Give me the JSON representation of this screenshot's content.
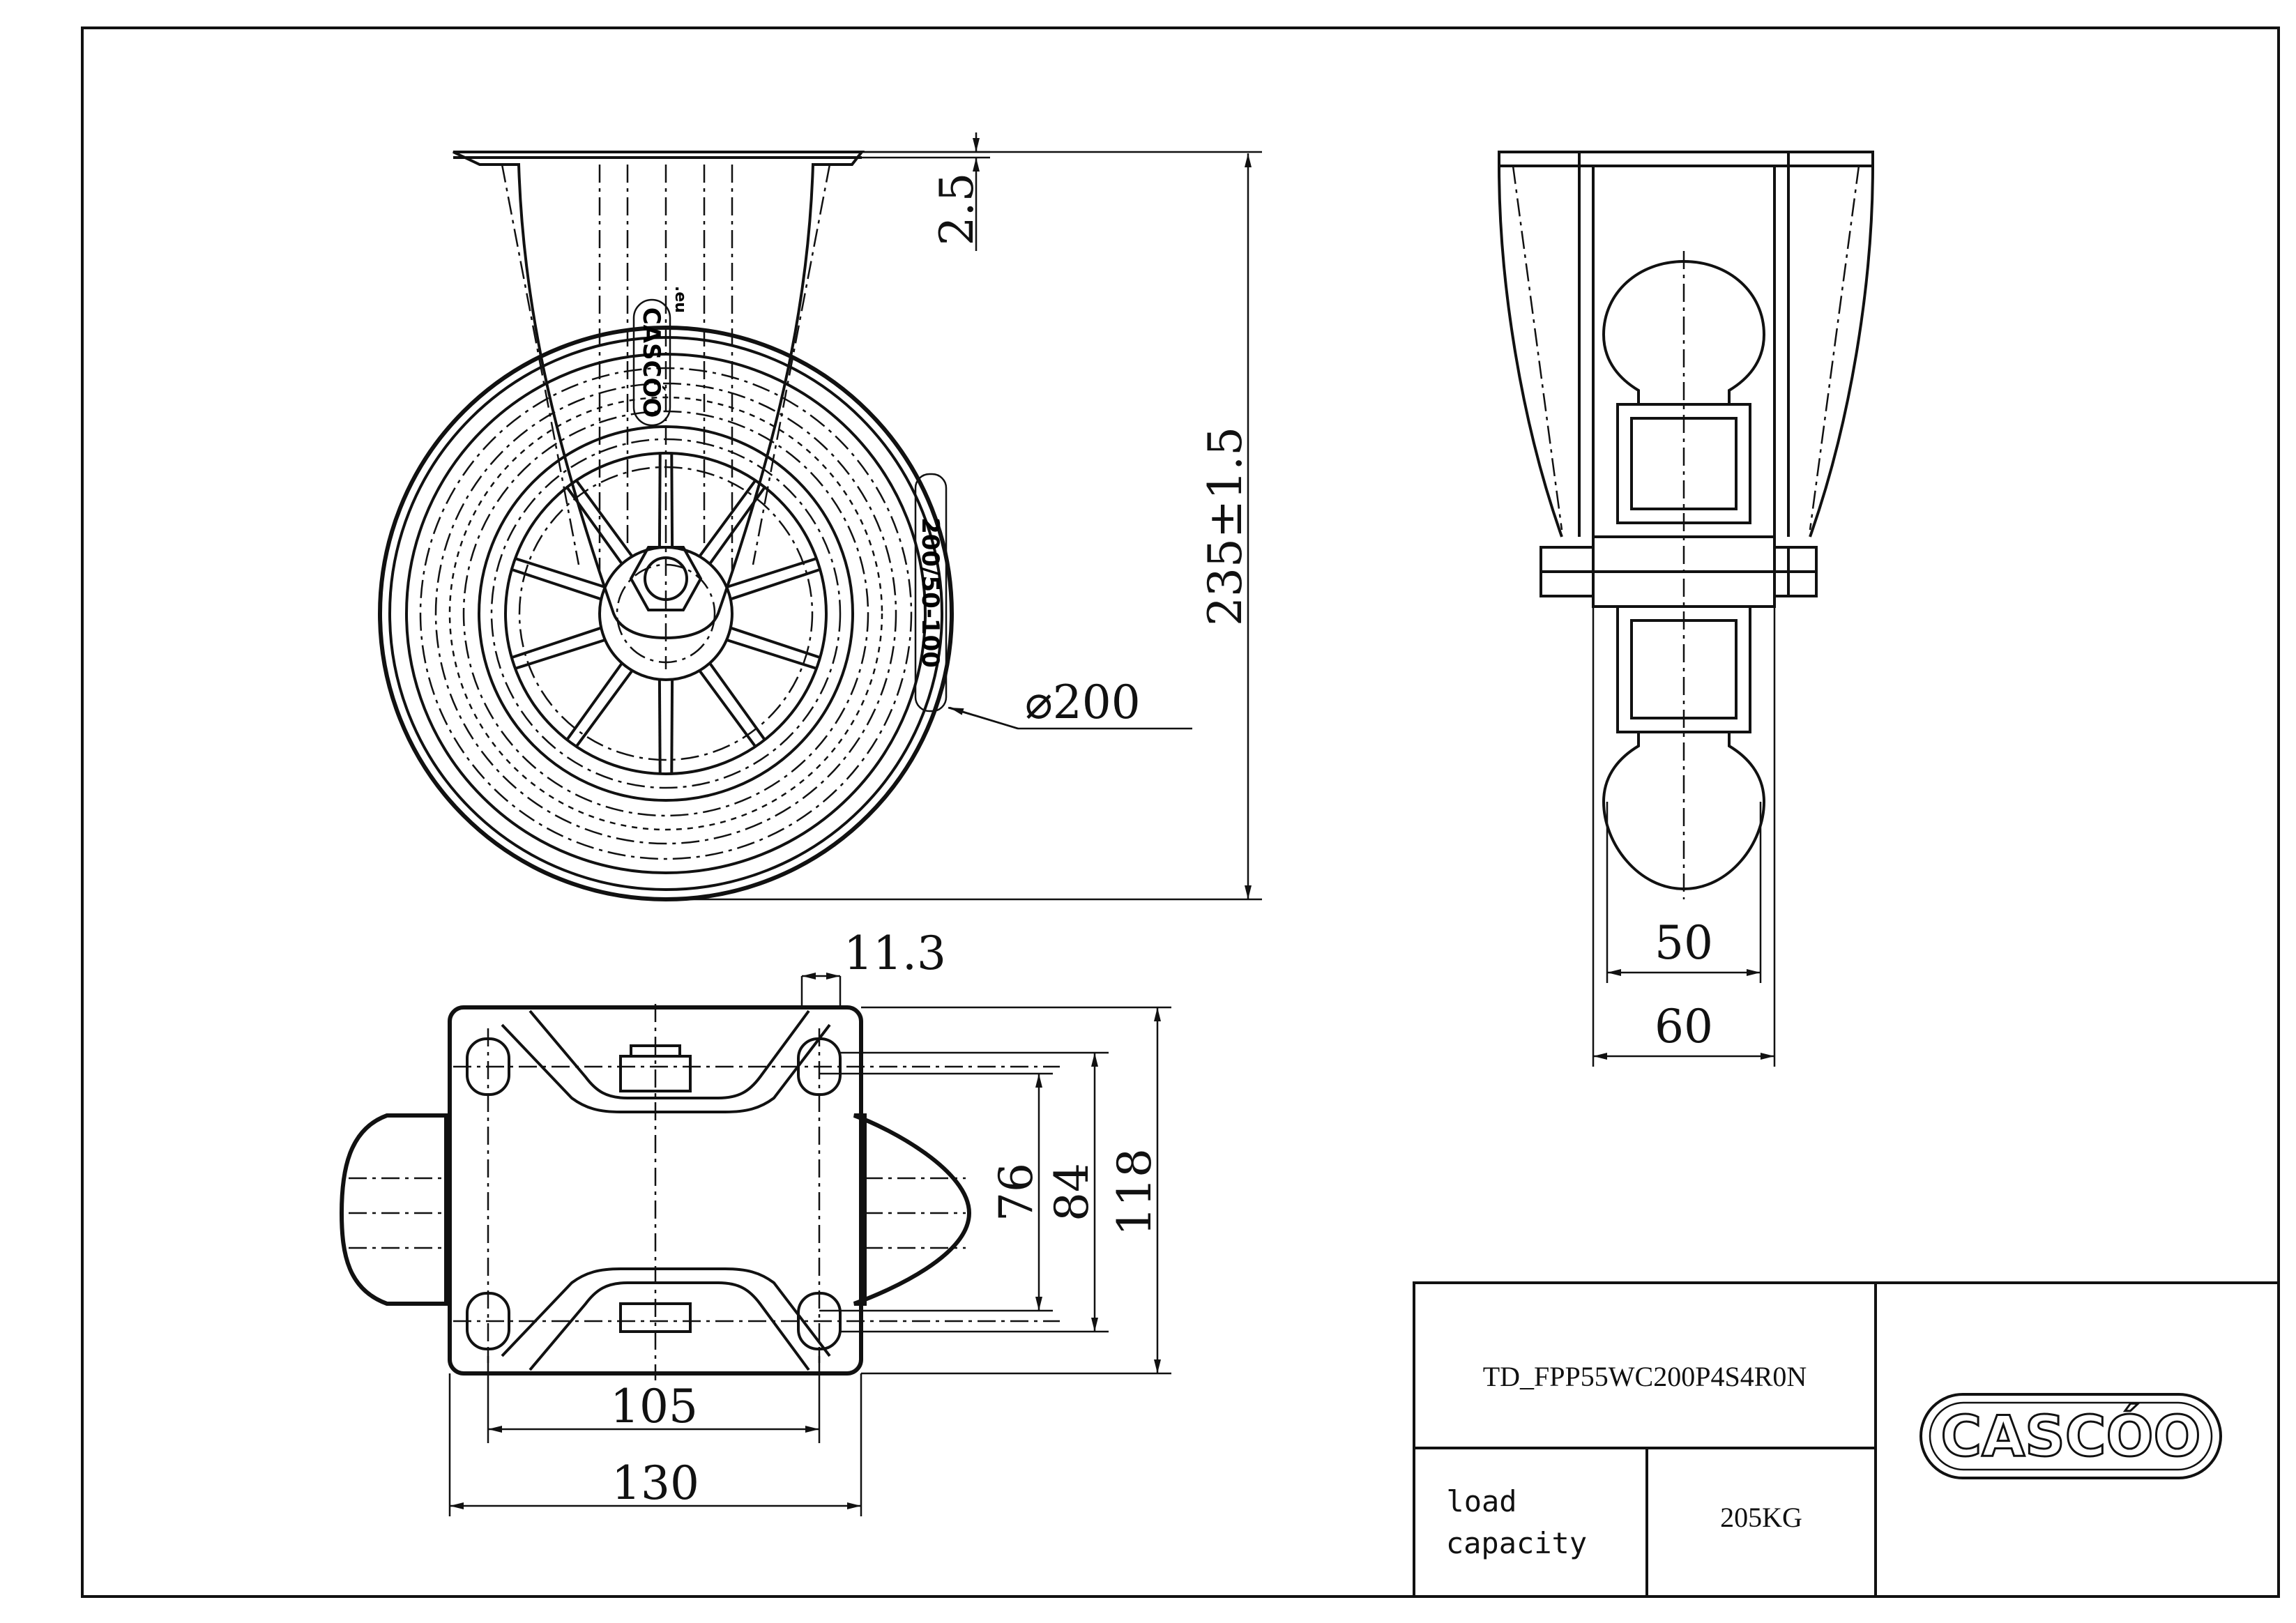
{
  "dimensions": {
    "top_plate_thickness": "2.5",
    "overall_height": "235±1.5",
    "wheel_diameter": "⌀200",
    "hole_offset": "11.3",
    "hole_spacing_short": "76",
    "hole_spacing_mid": "84",
    "plate_length": "118",
    "hole_spacing_width": "105",
    "plate_width": "130",
    "tread_width": "50",
    "hub_width": "60"
  },
  "wheel_marking": "200/50-100",
  "bracket_logo": "CASCÓO",
  "bracket_logo_suffix": ".eu",
  "title_block": {
    "part_code": "TD_FPP55WC200P4S4R0N",
    "load_label_line1": "load",
    "load_label_line2": "capacity",
    "load_value": "205KG",
    "logo_text": "CASCÓO"
  },
  "colors": {
    "line": "#111111",
    "background": "#ffffff"
  }
}
